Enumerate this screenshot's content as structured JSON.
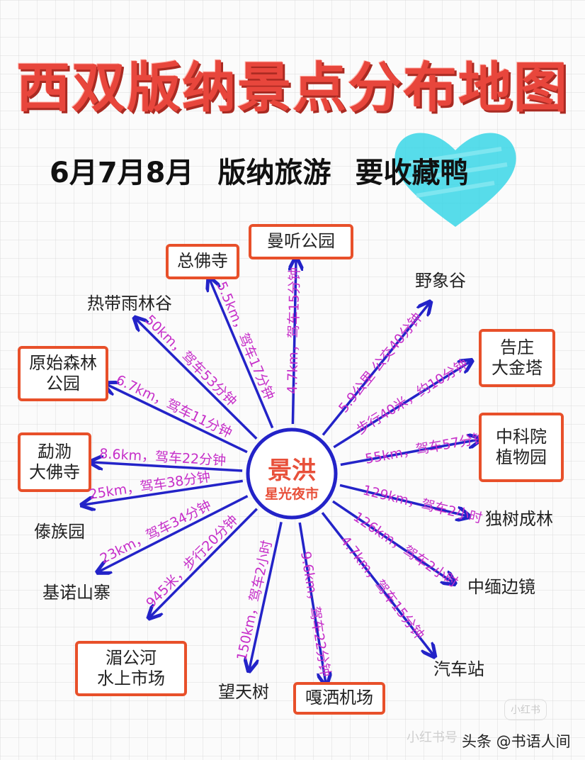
{
  "title": "西双版纳景点分布地图",
  "subtitle": {
    "months": "6月7月8月",
    "trip": "版纳旅游",
    "collect": "要收藏鸭"
  },
  "hub": {
    "name": "景洪",
    "subname": "星光夜市"
  },
  "colors": {
    "title": "#e8463c",
    "arrow": "#2323c8",
    "route_text": "#c62ec9",
    "box_border": "#e8502a",
    "heart": "#3ad6e6"
  },
  "destinations": [
    {
      "name": "曼听公园",
      "route": "4.7km，驾车15分钟",
      "boxed": true
    },
    {
      "name": "总佛寺",
      "route": "5.5km，驾车17分钟",
      "boxed": true
    },
    {
      "name": "热带雨林谷",
      "route": "50km，驾车53分钟",
      "boxed": false
    },
    {
      "name": "原始森林\n公园",
      "route": "6.7km，驾车11分钟",
      "boxed": true
    },
    {
      "name": "勐泐\n大佛寺",
      "route": "8.6km，驾车22分钟",
      "boxed": true
    },
    {
      "name": "傣族园",
      "route": "25km，驾车38分钟",
      "boxed": false
    },
    {
      "name": "基诺山寨",
      "route": "23km，驾车34分钟",
      "boxed": false
    },
    {
      "name": "湄公河\n水上市场",
      "route": "945米，步行20分钟",
      "boxed": true
    },
    {
      "name": "望天树",
      "route": "150km，驾车2小时",
      "boxed": false
    },
    {
      "name": "嘎洒机场",
      "route": "9.6km，驾车22分钟",
      "boxed": true
    },
    {
      "name": "汽车站",
      "route": "4.7km，驾车15分钟",
      "boxed": false
    },
    {
      "name": "中缅边镜",
      "route": "126km，驾车2小时",
      "boxed": false
    },
    {
      "name": "独树成林",
      "route": "129km，驾车2小时",
      "boxed": false
    },
    {
      "name": "中科院\n植物园",
      "route": "55km，驾车57分钟",
      "boxed": true
    },
    {
      "name": "告庄\n大金塔",
      "route": "步行40米，约10分钟",
      "boxed": true
    },
    {
      "name": "野象谷",
      "route": "5.9公里 公交40分钟",
      "boxed": false
    }
  ],
  "watermark_badge": "小红书",
  "watermark": "小红书号",
  "credit": "头条 @书语人间"
}
